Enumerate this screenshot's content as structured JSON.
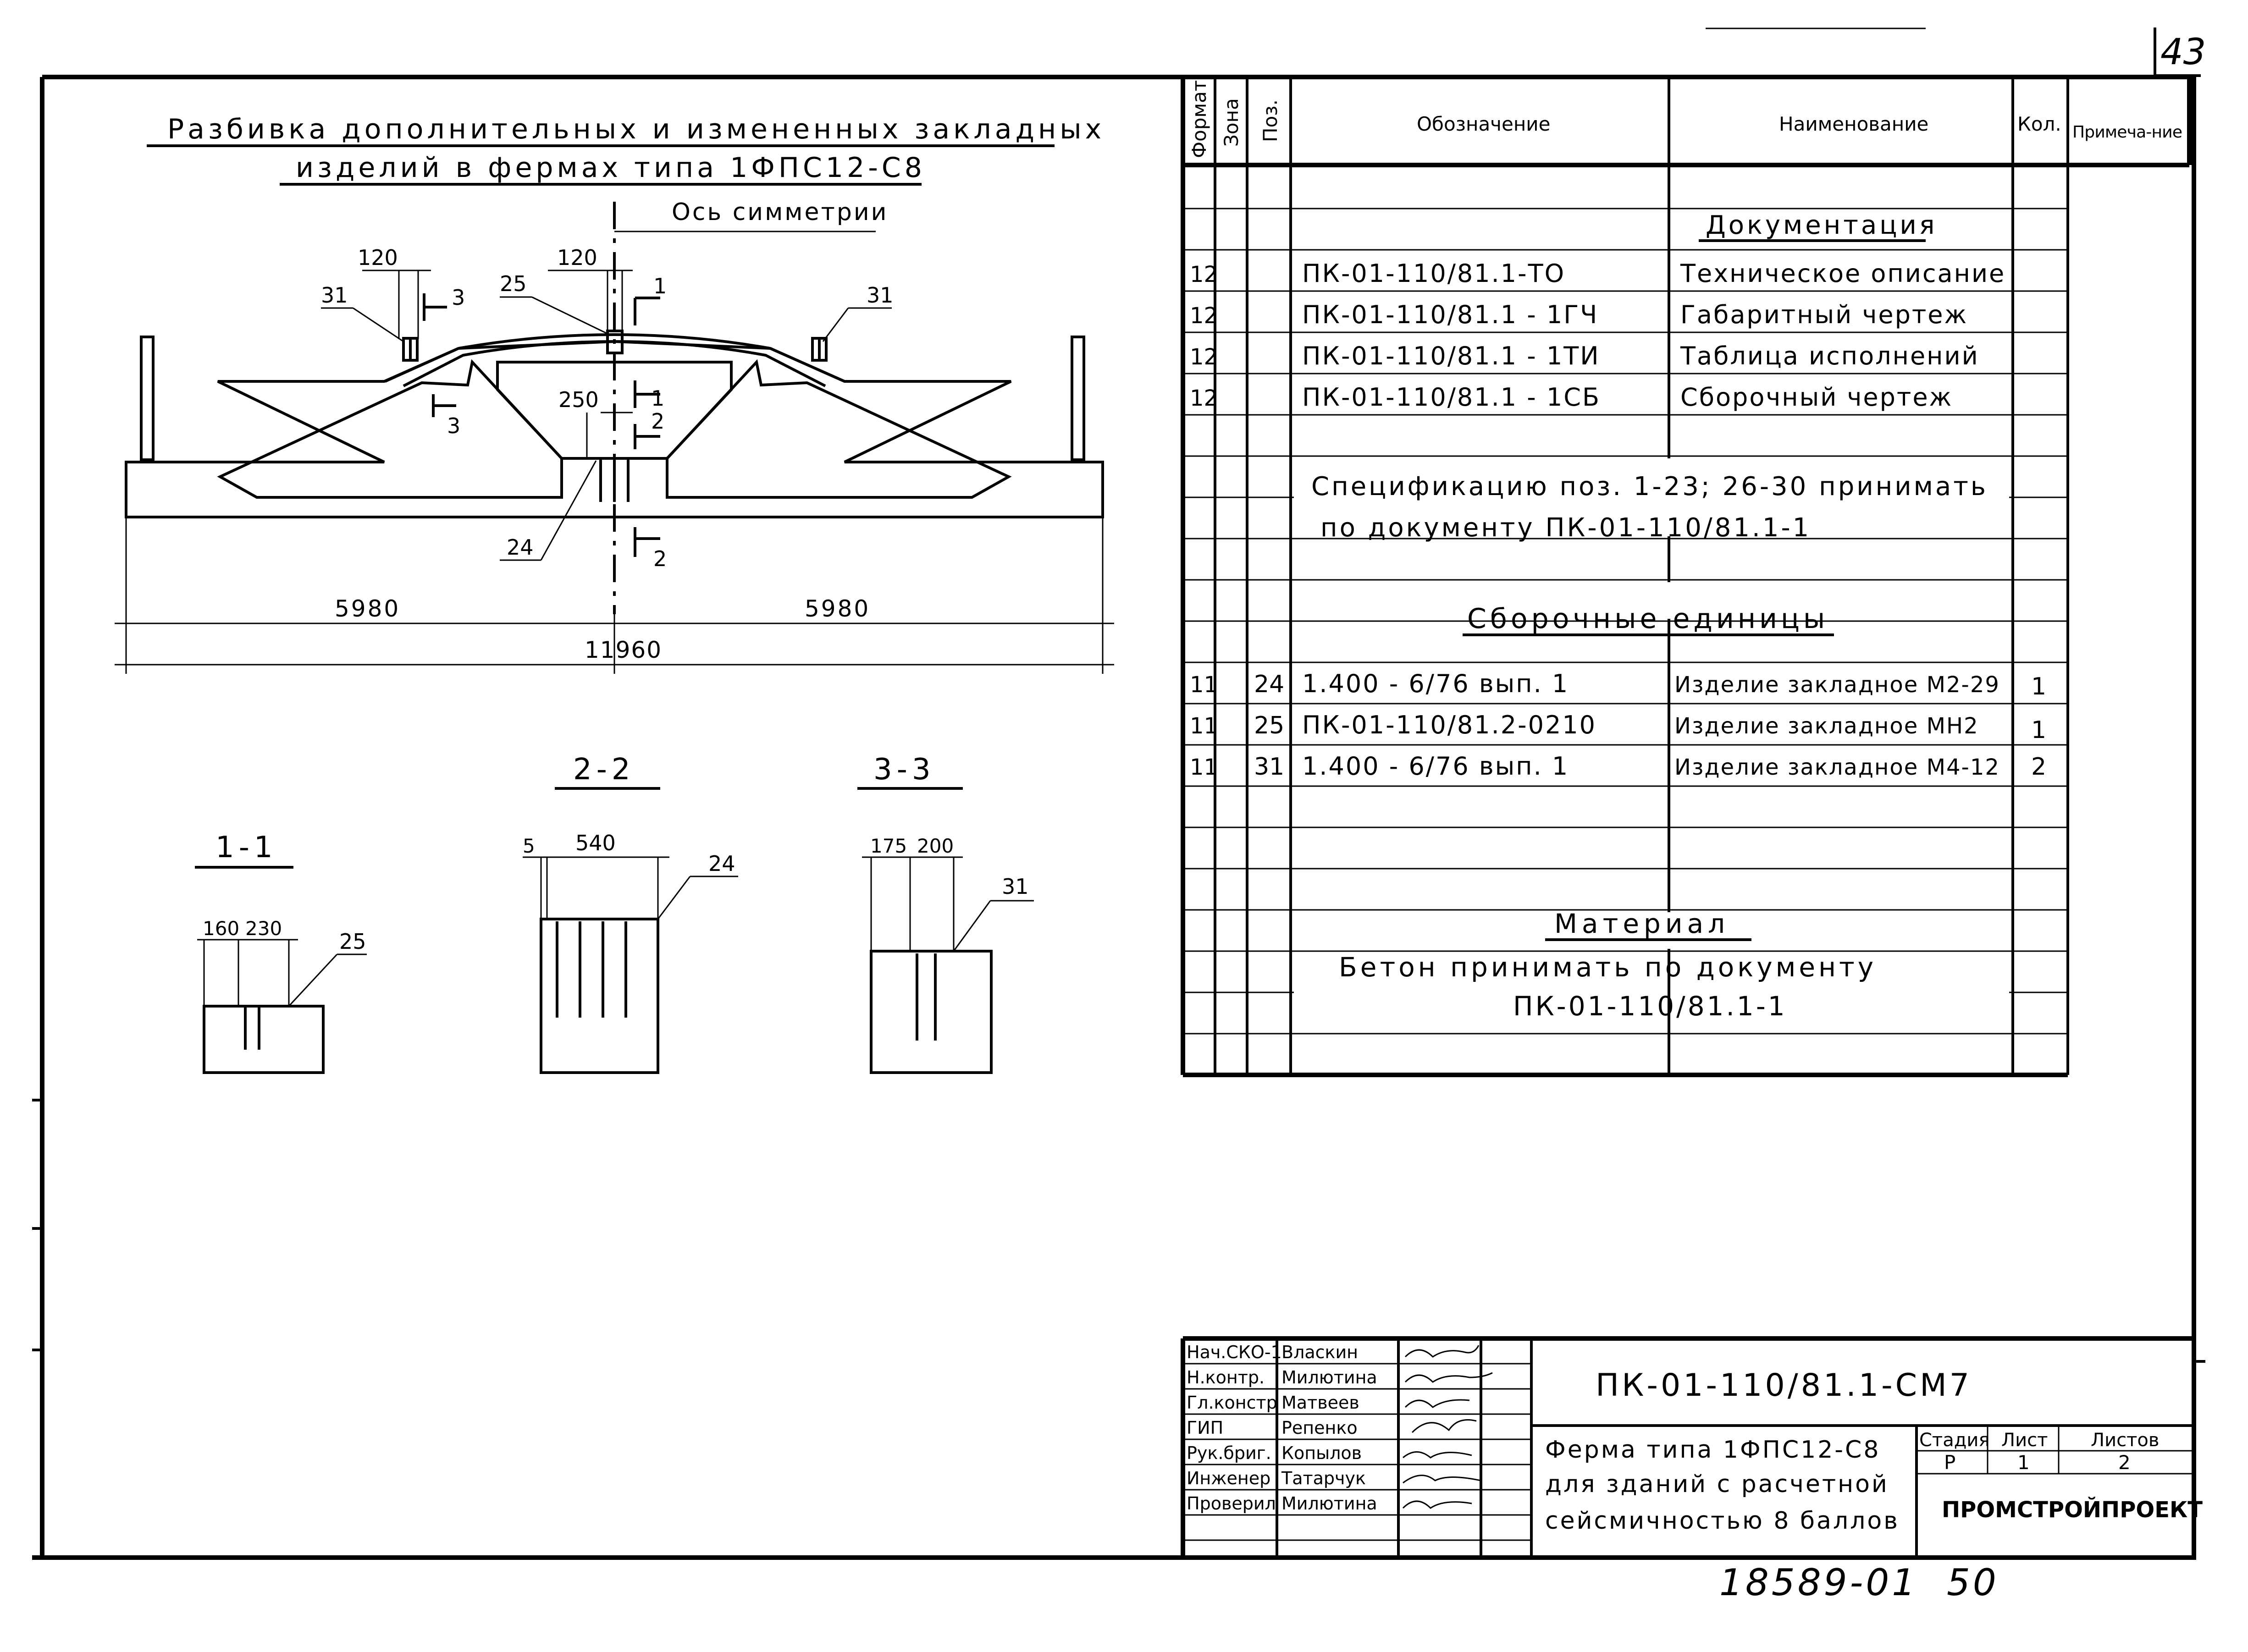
{
  "sheet_number": "43",
  "drawing_title_line1": "Разбивка дополнительных и измененных закладных",
  "drawing_title_line2": "изделий в фермах типа 1ФПС12-С8",
  "axis_label": "Ось симметрии",
  "truss": {
    "dims": {
      "left_half": "5980",
      "right_half": "5980",
      "total": "11960",
      "top_left_offset": "120",
      "top_center_offset": "120",
      "center_gap": "250"
    },
    "callouts": {
      "left_31": "31",
      "center_25": "25",
      "right_31": "31",
      "bottom_24": "24"
    },
    "section_marks": {
      "s1_top": "1",
      "s1_mid": "1",
      "s2_mid": "2",
      "s2_bottom": "2",
      "s3_top": "3",
      "s3_bottom": "3"
    }
  },
  "sections": [
    {
      "title": "1-1",
      "dim_a": "160",
      "dim_b": "230",
      "item": "25"
    },
    {
      "title": "2-2",
      "dim_a": "5",
      "dim_b": "540",
      "item": "24"
    },
    {
      "title": "3-3",
      "dim_a": "175",
      "dim_b": "200",
      "item": "31"
    }
  ],
  "spec": {
    "headers": [
      "Формат",
      "Зона",
      "Поз.",
      "Обозначение",
      "Наименование",
      "Кол.",
      "Примеча-ние"
    ],
    "doc_section_title": "Документация",
    "doc_rows": [
      {
        "format": "12",
        "designation": "ПК-01-110/81.1-ТО",
        "name": "Техническое описание"
      },
      {
        "format": "12",
        "designation": "ПК-01-110/81.1 - 1ГЧ",
        "name": "Габаритный чертеж"
      },
      {
        "format": "12",
        "designation": "ПК-01-110/81.1 - 1ТИ",
        "name": "Таблица исполнений"
      },
      {
        "format": "12",
        "designation": "ПК-01-110/81.1 - 1СБ",
        "name": "Сборочный чертеж"
      }
    ],
    "note_line1": "Спецификацию поз. 1-23; 26-30 принимать",
    "note_line2": "по документу ПК-01-110/81.1-1",
    "assembly_section_title": "Сборочные единицы",
    "assembly_rows": [
      {
        "format": "11",
        "pos": "24",
        "designation": "1.400 - 6/76 вып. 1",
        "name": "Изделие закладное М2-29",
        "qty": "1"
      },
      {
        "format": "11",
        "pos": "25",
        "designation": "ПК-01-110/81.2-0210",
        "name": "Изделие закладное МН2",
        "qty": "1"
      },
      {
        "format": "11",
        "pos": "31",
        "designation": "1.400 - 6/76 вып. 1",
        "name": "Изделие закладное М4-12",
        "qty": "2"
      }
    ],
    "material_title": "Материал",
    "material_line1": "Бетон принимать по документу",
    "material_line2": "ПК-01-110/81.1-1"
  },
  "title_block": {
    "signatures": [
      {
        "role": "Нач.СКО-1",
        "name": "Власкин"
      },
      {
        "role": "Н.контр.",
        "name": "Милютина"
      },
      {
        "role": "Гл.констр",
        "name": "Матвеев"
      },
      {
        "role": "ГИП",
        "name": "Репенко"
      },
      {
        "role": "Рук.бриг.",
        "name": "Копылов"
      },
      {
        "role": "Инженер",
        "name": "Татарчук"
      },
      {
        "role": "Проверил",
        "name": "Милютина"
      }
    ],
    "doc_code": "ПК-01-110/81.1-СМ7",
    "desc_line1": "Ферма типа 1ФПС12-С8",
    "desc_line2": "для зданий с расчетной",
    "desc_line3": "сейсмичностью 8 баллов",
    "stage_label": "Стадия",
    "sheet_label": "Лист",
    "sheets_label": "Листов",
    "stage_value": "Р",
    "sheet_value": "1",
    "sheets_value": "2",
    "org": "ПРОМСТРОЙПРОЕКТ"
  },
  "bottom_note": "18589-01  50"
}
